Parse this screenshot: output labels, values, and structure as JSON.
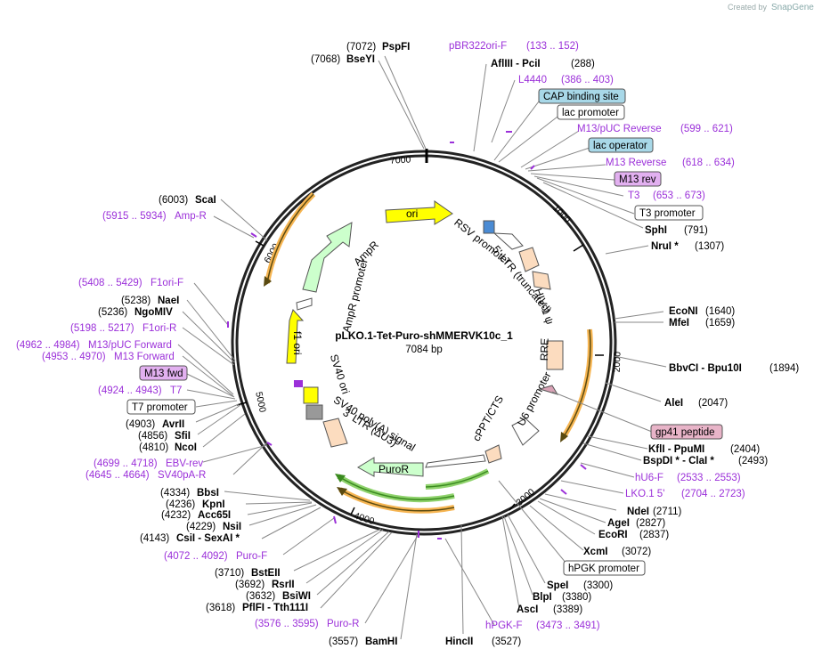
{
  "credit": {
    "created_by": "Created by",
    "brand": "SnapGene"
  },
  "plasmid": {
    "name": "pLKO.1-Tet-Puro-shMMERVK10c_1",
    "size": "7084 bp",
    "length": 7084
  },
  "ticks": [
    "1000",
    "2000",
    "3000",
    "4000",
    "5000",
    "6000",
    "7000"
  ],
  "enzymes_right": [
    {
      "name": "AflIII  - PciI",
      "pos": "(288)"
    },
    {
      "name": "SphI",
      "pos": "(791)"
    },
    {
      "name": "NruI *",
      "pos": "(1307)"
    },
    {
      "name": "EcoNI",
      "pos": "(1640)"
    },
    {
      "name": "MfeI",
      "pos": "(1659)"
    },
    {
      "name": "BbvCI  - Bpu10I",
      "pos": "(1894)"
    },
    {
      "name": "AleI",
      "pos": "(2047)"
    },
    {
      "name": "KflI  - PpuMI",
      "pos": "(2404)"
    },
    {
      "name": "BspDI *  - ClaI *",
      "pos": "(2493)"
    },
    {
      "name": "NdeI",
      "pos": "(2711)"
    },
    {
      "name": "AgeI",
      "pos": "(2827)"
    },
    {
      "name": "EcoRI",
      "pos": "(2837)"
    },
    {
      "name": "XcmI",
      "pos": "(3072)"
    },
    {
      "name": "SpeI",
      "pos": "(3300)"
    },
    {
      "name": "BlpI",
      "pos": "(3380)"
    },
    {
      "name": "AscI",
      "pos": "(3389)"
    },
    {
      "name": "HincII",
      "pos": "(3527)"
    }
  ],
  "enzymes_left": [
    {
      "name": "PspFI",
      "pos": "(7072)"
    },
    {
      "name": "BseYI",
      "pos": "(7068)"
    },
    {
      "name": "ScaI",
      "pos": "(6003)"
    },
    {
      "name": "NaeI",
      "pos": "(5238)"
    },
    {
      "name": "NgoMIV",
      "pos": "(5236)"
    },
    {
      "name": "AvrII",
      "pos": "(4903)"
    },
    {
      "name": "SfiI",
      "pos": "(4856)"
    },
    {
      "name": "NcoI",
      "pos": "(4810)"
    },
    {
      "name": "BbsI",
      "pos": "(4334)"
    },
    {
      "name": "KpnI",
      "pos": "(4236)"
    },
    {
      "name": "Acc65I",
      "pos": "(4232)"
    },
    {
      "name": "NsiI",
      "pos": "(4229)"
    },
    {
      "name": "CsiI  - SexAI *",
      "pos": "(4143)"
    },
    {
      "name": "BstEII",
      "pos": "(3710)"
    },
    {
      "name": "RsrII",
      "pos": "(3692)"
    },
    {
      "name": "BsiWI",
      "pos": "(3632)"
    },
    {
      "name": "PflFI  - Tth111I",
      "pos": "(3618)"
    },
    {
      "name": "BamHI",
      "pos": "(3557)"
    }
  ],
  "primers": [
    {
      "name": "pBR322ori-F",
      "range": "(133 .. 152)"
    },
    {
      "name": "L4440",
      "range": "(386 .. 403)"
    },
    {
      "name": "M13/pUC Reverse",
      "range": "(599 .. 621)"
    },
    {
      "name": "M13 Reverse",
      "range": "(618 .. 634)"
    },
    {
      "name": "T3",
      "range": "(653 .. 673)"
    },
    {
      "name": "hU6-F",
      "range": "(2533 .. 2553)"
    },
    {
      "name": "LKO.1 5'",
      "range": "(2704 .. 2723)"
    },
    {
      "name": "hPGK-F",
      "range": "(3473 .. 3491)"
    },
    {
      "name": "Puro-R",
      "range": "(3576 .. 3595)"
    },
    {
      "name": "Puro-F",
      "range": "(4072 .. 4092)"
    },
    {
      "name": "SV40pA-R",
      "range": "(4645 .. 4664)"
    },
    {
      "name": "EBV-rev",
      "range": "(4699 .. 4718)"
    },
    {
      "name": "T7",
      "range": "(4924 .. 4943)"
    },
    {
      "name": "M13 Forward",
      "range": "(4953 .. 4970)"
    },
    {
      "name": "M13/pUC Forward",
      "range": "(4962 .. 4984)"
    },
    {
      "name": "F1ori-R",
      "range": "(5198 .. 5217)"
    },
    {
      "name": "F1ori-F",
      "range": "(5408 .. 5429)"
    },
    {
      "name": "Amp-R",
      "range": "(5915 .. 5934)"
    }
  ],
  "boxed_labels": {
    "cap": "CAP binding site",
    "lacp": "lac promoter",
    "laco": "lac operator",
    "m13rev": "M13 rev",
    "t3p": "T3 promoter",
    "gp41": "gp41 peptide",
    "hpgk": "hPGK promoter",
    "m13fwd": "M13 fwd",
    "t7p": "T7 promoter"
  },
  "features": {
    "ori": "ori",
    "ampr": "AmpR",
    "ampr_promoter": "AmpR promoter",
    "f1ori": "f1 ori",
    "sv40ori": "SV40 ori",
    "sv40pa": "SV40 poly(A) signal",
    "ltr3": "3' LTR (ΔU3)",
    "puror": "PuroR",
    "cppt": "cPPT/CTS",
    "u6": "U6 promoter",
    "rre": "RRE",
    "hiv": "HIV-1 ψ",
    "ltr5": "5' LTR (truncated)",
    "rsv": "RSV promoter"
  },
  "colors": {
    "primer": "#9b30d9",
    "ori": "#ffff00",
    "ampr": "#ccffcc",
    "orange": "#f6b552",
    "green": "#3a8a1f",
    "ltr": "#fcdcbf",
    "cap_box": "#a8d8e8",
    "primer_box": "#e2b0f0",
    "gp41_box": "#e8b4c8"
  }
}
